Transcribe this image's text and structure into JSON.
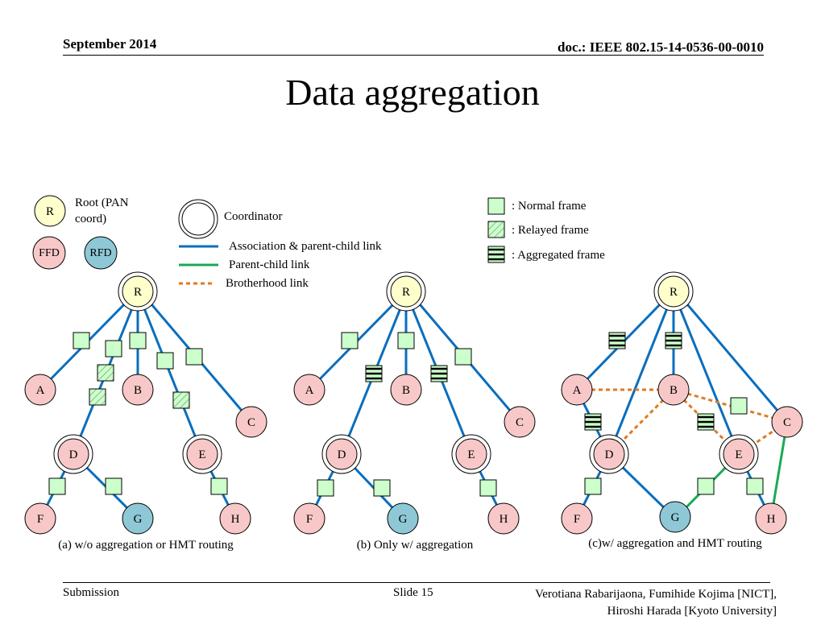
{
  "header": {
    "date": "September 2014",
    "doc": "doc.: IEEE 802.15-14-0536-00-0010"
  },
  "title": "Data aggregation",
  "legend": {
    "root_symbol": "R",
    "root_label_1": "Root (PAN",
    "root_label_2": "coord)",
    "ffd": "FFD",
    "rfd": "RFD",
    "coordinator": "Coordinator",
    "assoc_link": "Association & parent-child link",
    "parent_link": "Parent-child link",
    "brother_link": "Brotherhood link",
    "normal_frame": ": Normal frame",
    "relayed_frame": ": Relayed frame",
    "aggregated_frame": ": Aggregated frame"
  },
  "colors": {
    "root": "#ffffcc",
    "ffd": "#f8c8c8",
    "rfd": "#8ec8d6",
    "assoc": "#0a6ebd",
    "parent": "#1aaa55",
    "brother": "#e07a20",
    "frame": "#ccffcc"
  },
  "nodes": {
    "R": "R",
    "A": "A",
    "B": "B",
    "C": "C",
    "D": "D",
    "E": "E",
    "F": "F",
    "G": "G",
    "H": "H"
  },
  "captions": {
    "a": "(a) w/o aggregation or HMT routing",
    "b": "(b) Only w/ aggregation",
    "c": "(c)w/ aggregation and HMT routing"
  },
  "footer": {
    "left": "Submission",
    "slide": "Slide 15",
    "author_1": "Verotiana Rabarijaona, Fumihide Kojima [NICT],",
    "author_2": "Hiroshi Harada [Kyoto University]"
  }
}
